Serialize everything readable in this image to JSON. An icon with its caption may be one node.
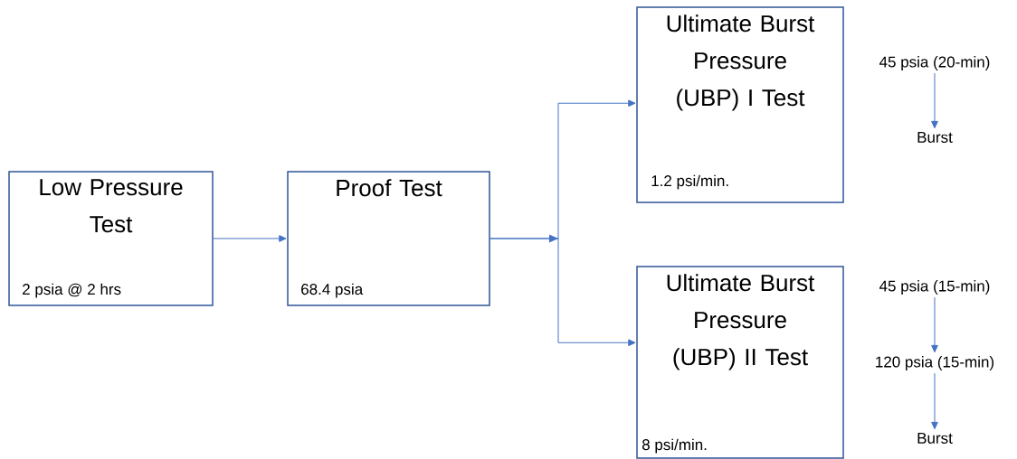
{
  "diagram": {
    "nodes": [
      {
        "text": [
          "Low Pressure Test",
          "2 psia @ 2 hrs"
        ]
      },
      {
        "text": [
          "Proof Test",
          "68.4 psia"
        ]
      },
      {
        "text": [
          "Ultimate Burst Pressure (UBP) I Test",
          "1.2 psi/min."
        ]
      },
      {
        "text": [
          "Ultimate Burst Pressure (UBP) II Test",
          "8 psi/min."
        ]
      },
      {
        "text": [
          "45 psia (20-min)"
        ]
      },
      {
        "text": [
          "Burst"
        ]
      },
      {
        "text": [
          "45 psia (15-min)"
        ]
      },
      {
        "text": [
          "120 psia (15-min)"
        ]
      },
      {
        "text": [
          "Burst"
        ]
      }
    ],
    "edges": [
      {
        "from": 0,
        "to": 1,
        "arrow": "to"
      },
      {
        "from": 1,
        "to": 2,
        "arrow": "to"
      },
      {
        "from": 1,
        "to": 3,
        "arrow": "to"
      },
      {
        "from": 4,
        "to": 5,
        "arrow": "to"
      },
      {
        "from": 6,
        "to": 7,
        "arrow": "to"
      },
      {
        "from": 7,
        "to": 8,
        "arrow": "to"
      }
    ]
  }
}
